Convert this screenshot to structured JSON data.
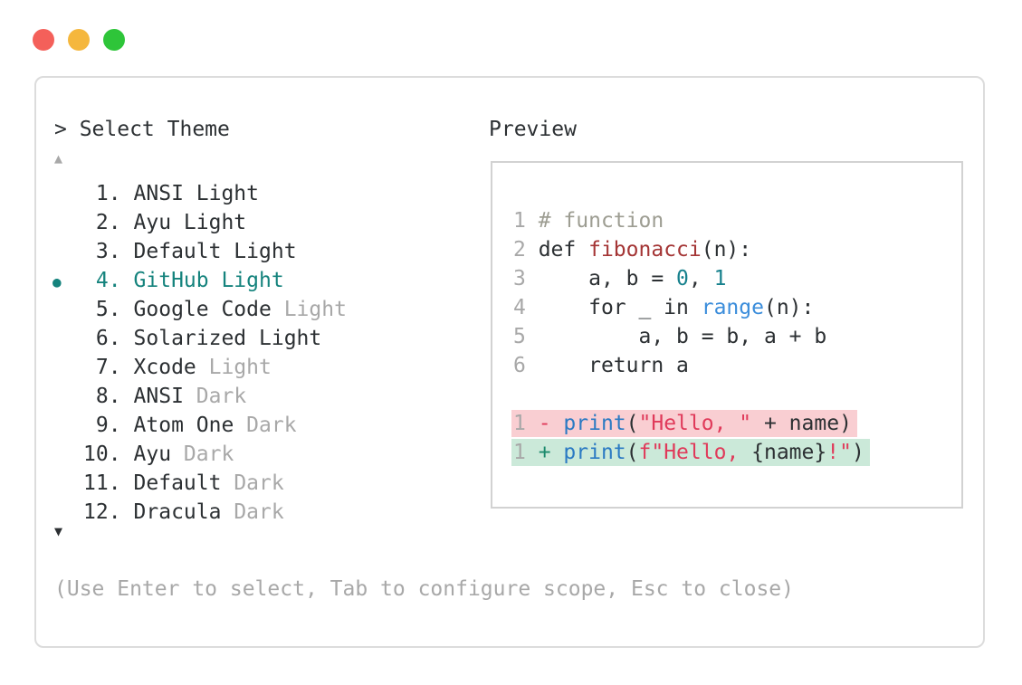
{
  "window": {
    "buttons": {
      "close": "close",
      "minimize": "minimize",
      "zoom": "zoom"
    }
  },
  "theme_picker": {
    "prompt": "> Select Theme",
    "scroll_up_indicator": "▲",
    "scroll_down_indicator": "▼",
    "items": [
      {
        "bullet": "",
        "number": " 1.",
        "name": "ANSI Light",
        "suffix": ""
      },
      {
        "bullet": "",
        "number": " 2.",
        "name": "Ayu Light",
        "suffix": ""
      },
      {
        "bullet": "",
        "number": " 3.",
        "name": "Default Light",
        "suffix": ""
      },
      {
        "bullet": "●",
        "number": " 4.",
        "name": "GitHub Light",
        "suffix": "",
        "selected": true
      },
      {
        "bullet": "",
        "number": " 5.",
        "name": "Google Code ",
        "suffix": "Light"
      },
      {
        "bullet": "",
        "number": " 6.",
        "name": "Solarized Light",
        "suffix": ""
      },
      {
        "bullet": "",
        "number": " 7.",
        "name": "Xcode ",
        "suffix": "Light"
      },
      {
        "bullet": "",
        "number": " 8.",
        "name": "ANSI ",
        "suffix": "Dark"
      },
      {
        "bullet": "",
        "number": " 9.",
        "name": "Atom One ",
        "suffix": "Dark"
      },
      {
        "bullet": "",
        "number": "10.",
        "name": "Ayu ",
        "suffix": "Dark"
      },
      {
        "bullet": "",
        "number": "11.",
        "name": "Default ",
        "suffix": "Dark"
      },
      {
        "bullet": "",
        "number": "12.",
        "name": "Dracula ",
        "suffix": "Dark"
      }
    ],
    "help": "(Use Enter to select, Tab to configure scope, Esc to close)"
  },
  "preview": {
    "title": "Preview",
    "code_lines": [
      {
        "num": "1",
        "comment": " # function"
      },
      {
        "num": "2",
        "kw": " def ",
        "func": "fibonacci",
        "tail": "(n):"
      },
      {
        "num": "3",
        "pre": "     a, b = ",
        "zero": "0",
        "mid": ", ",
        "one": "1"
      },
      {
        "num": "4",
        "pre": "     for _ in ",
        "builtin": "range",
        "tail": "(n):"
      },
      {
        "num": "5",
        "text": "         a, b = b, a + b"
      },
      {
        "num": "6",
        "text": "     return a"
      }
    ],
    "diff": {
      "removed": {
        "num": "1",
        "sign": " - ",
        "fn": "print",
        "open": "(",
        "str": "\"Hello, \"",
        "mid": " + name",
        "close": ")"
      },
      "added": {
        "num": "1",
        "sign": " + ",
        "fn": "print",
        "open": "(",
        "fstr": "f\"Hello, ",
        "braces": "{name}",
        "bang": "!\"",
        "close": ")"
      }
    }
  },
  "colors": {
    "text": "#2c3033",
    "muted": "#a8a8a8",
    "accent": "#15837d",
    "comment": "#9d9d92",
    "func_red": "#a43535",
    "num_teal": "#17818d",
    "blue_range": "#3b8ddb",
    "blue_print": "#2b7ac3",
    "string_red": "#e03a5a",
    "plus_green": "#1c8a6d",
    "removed_bg": "#f9ced2",
    "added_bg": "#cbe9d9",
    "border": "#dcdcdc",
    "preview_border": "#d2d2d2",
    "traffic_red": "#f4605a",
    "traffic_yellow": "#f5b73d",
    "traffic_green": "#2ec539"
  }
}
